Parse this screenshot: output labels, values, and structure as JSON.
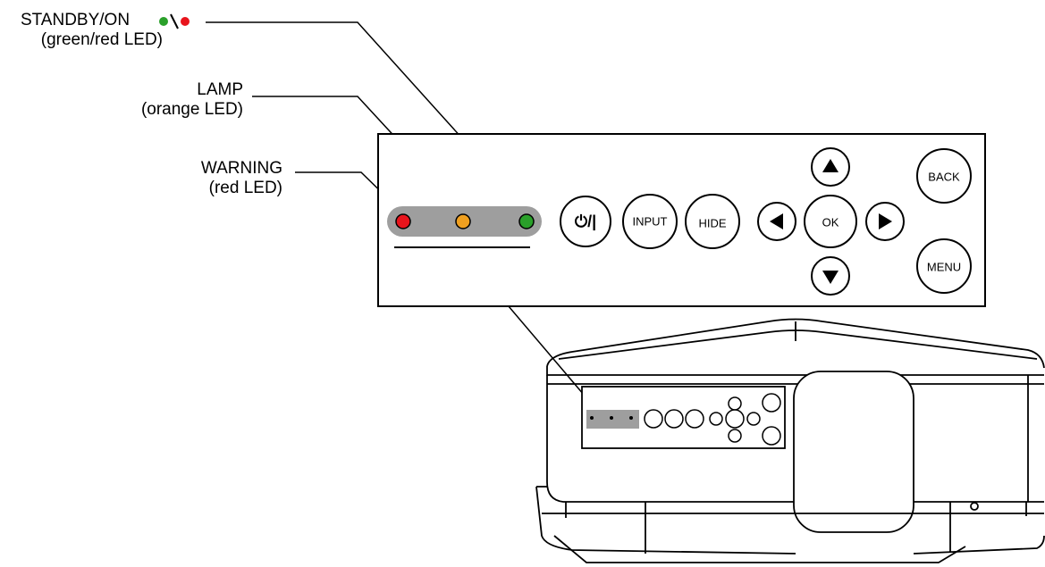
{
  "labels": {
    "standby": {
      "name": "STANDBY/ON",
      "desc": "(green/red LED)"
    },
    "lamp": {
      "name": "LAMP",
      "desc": "(orange LED)"
    },
    "warning": {
      "name": "WARNING",
      "desc": "(red LED)"
    }
  },
  "buttons": {
    "power": "⏻/|",
    "input": "INPUT",
    "hide": "HIDE",
    "ok": "OK",
    "back": "BACK",
    "menu": "MENU"
  },
  "leds": {
    "warning_color": "#e8141c",
    "lamp_color": "#f0a020",
    "standby_color": "#2aa02a",
    "standby_alt_color": "#e8141c"
  }
}
